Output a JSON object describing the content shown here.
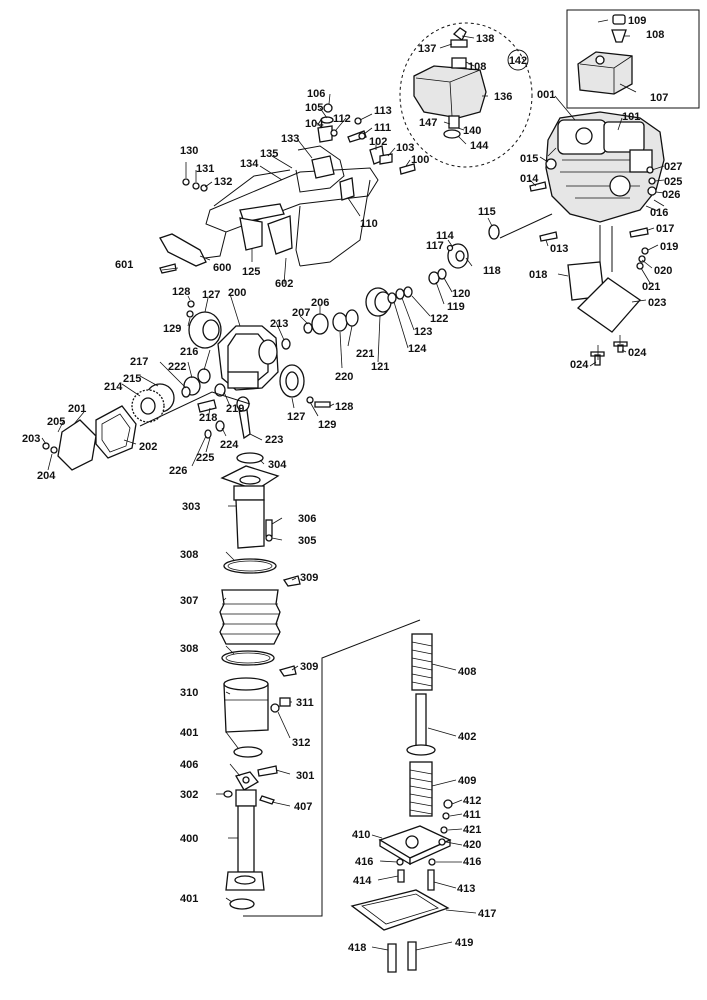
{
  "labels": {
    "l001": "001",
    "l101": "101",
    "l015": "015",
    "l014": "014",
    "l027": "027",
    "l025": "025",
    "l026": "026",
    "l016": "016",
    "l017": "017",
    "l013": "013",
    "l019": "019",
    "l020": "020",
    "l021": "021",
    "l018": "018",
    "l023": "023",
    "l024a": "024",
    "l024b": "024",
    "l106": "106",
    "l105": "105",
    "l104": "104",
    "l112": "112",
    "l113": "113",
    "l111": "111",
    "l133": "133",
    "l102": "102",
    "l103": "103",
    "l100": "100",
    "l130": "130",
    "l131": "131",
    "l132": "132",
    "l134": "134",
    "l135": "135",
    "l110": "110",
    "l125": "125",
    "l602": "602",
    "l600": "600",
    "l601": "601",
    "l109": "109",
    "l108a": "108",
    "l107": "107",
    "l137": "137",
    "l138": "138",
    "l142": "142",
    "l108b": "108",
    "l136": "136",
    "l147": "147",
    "l140": "140",
    "l144": "144",
    "l115": "115",
    "l114": "114",
    "l117": "117",
    "l118": "118",
    "l120": "120",
    "l119": "119",
    "l122": "122",
    "l123": "123",
    "l124": "124",
    "l121": "121",
    "l128a": "128",
    "l127a": "127",
    "l200": "200",
    "l129a": "129",
    "l206": "206",
    "l207": "207",
    "l213": "213",
    "l221": "221",
    "l220": "220",
    "l216": "216",
    "l222": "222",
    "l217": "217",
    "l215": "215",
    "l214": "214",
    "l127b": "127",
    "l128b": "128",
    "l129b": "129",
    "l201": "201",
    "l205": "205",
    "l203": "203",
    "l204": "204",
    "l202": "202",
    "l218": "218",
    "l219": "219",
    "l224": "224",
    "l223": "223",
    "l226": "226",
    "l225": "225",
    "l304": "304",
    "l303": "303",
    "l306": "306",
    "l305": "305",
    "l308a": "308",
    "l309a": "309",
    "l307": "307",
    "l308b": "308",
    "l309b": "309",
    "l310": "310",
    "l311": "311",
    "l312": "312",
    "l401a": "401",
    "l406": "406",
    "l301": "301",
    "l302": "302",
    "l407": "407",
    "l400": "400",
    "l401b": "401",
    "l408": "408",
    "l402": "402",
    "l409": "409",
    "l412": "412",
    "l411": "411",
    "l421": "421",
    "l410": "410",
    "l420": "420",
    "l416a": "416",
    "l416b": "416",
    "l414": "414",
    "l413": "413",
    "l417": "417",
    "l418": "418",
    "l419": "419"
  }
}
